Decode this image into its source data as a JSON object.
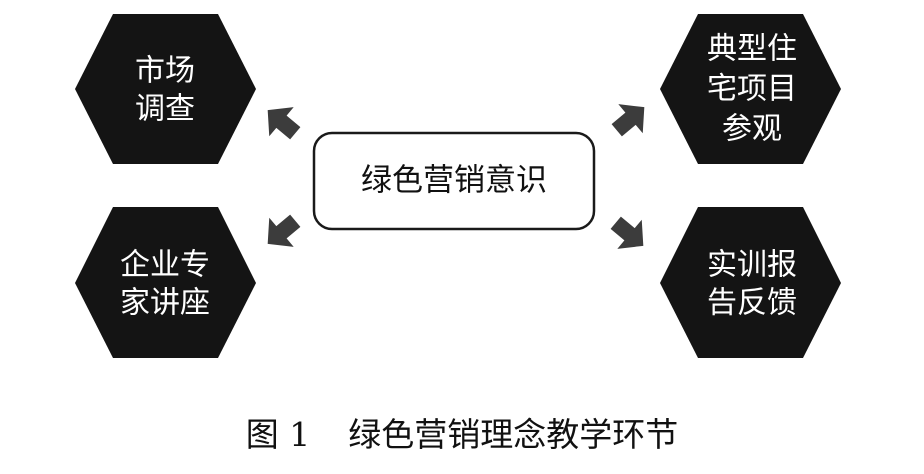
{
  "center": {
    "label": "绿色营销意识"
  },
  "nodes": {
    "top_left": {
      "lines": [
        "市场",
        "调查"
      ]
    },
    "bottom_left": {
      "lines": [
        "企业专",
        "家讲座"
      ]
    },
    "top_right": {
      "lines": [
        "典型住",
        "宅项目",
        "参观"
      ]
    },
    "bottom_right": {
      "lines": [
        "实训报",
        "告反馈"
      ]
    }
  },
  "caption": {
    "figure_no": "图 1",
    "title": "绿色营销理念教学环节"
  },
  "colors": {
    "hexagon_fill": "#141414",
    "arrow_fill": "#3c3c3c",
    "box_stroke": "#1a1a1a",
    "text_on_dark": "#ffffff"
  }
}
